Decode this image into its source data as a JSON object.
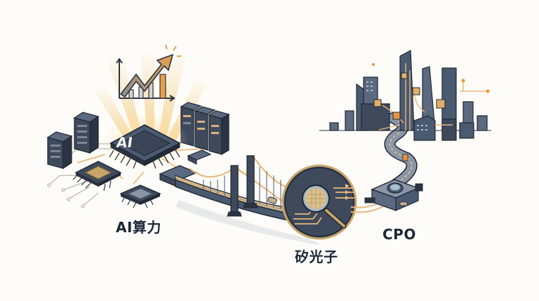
{
  "diagram": {
    "type": "illustration",
    "description": "Flow from AI compute through silicon photonics to co-packaged optics connecting a city",
    "stages": [
      {
        "id": "ai",
        "label": "AI算力",
        "chip_text": "AI"
      },
      {
        "id": "silicon_photonics",
        "label": "矽光子"
      },
      {
        "id": "cpo",
        "label": "CPO"
      }
    ],
    "icons": [
      "growth-chart-icon",
      "ai-chip-icon",
      "server-rack-icon",
      "microchip-icon",
      "suspension-bridge-icon",
      "magnifier-wafer-icon",
      "cpo-module-icon",
      "city-skyline-icon",
      "fiber-road-icon"
    ]
  },
  "colors": {
    "background": "#fdfcf8",
    "dark": "#2b3442",
    "slate": "#4a5a70",
    "gold": "#e0b068",
    "orange": "#e8953f",
    "label": "#1c2738"
  }
}
